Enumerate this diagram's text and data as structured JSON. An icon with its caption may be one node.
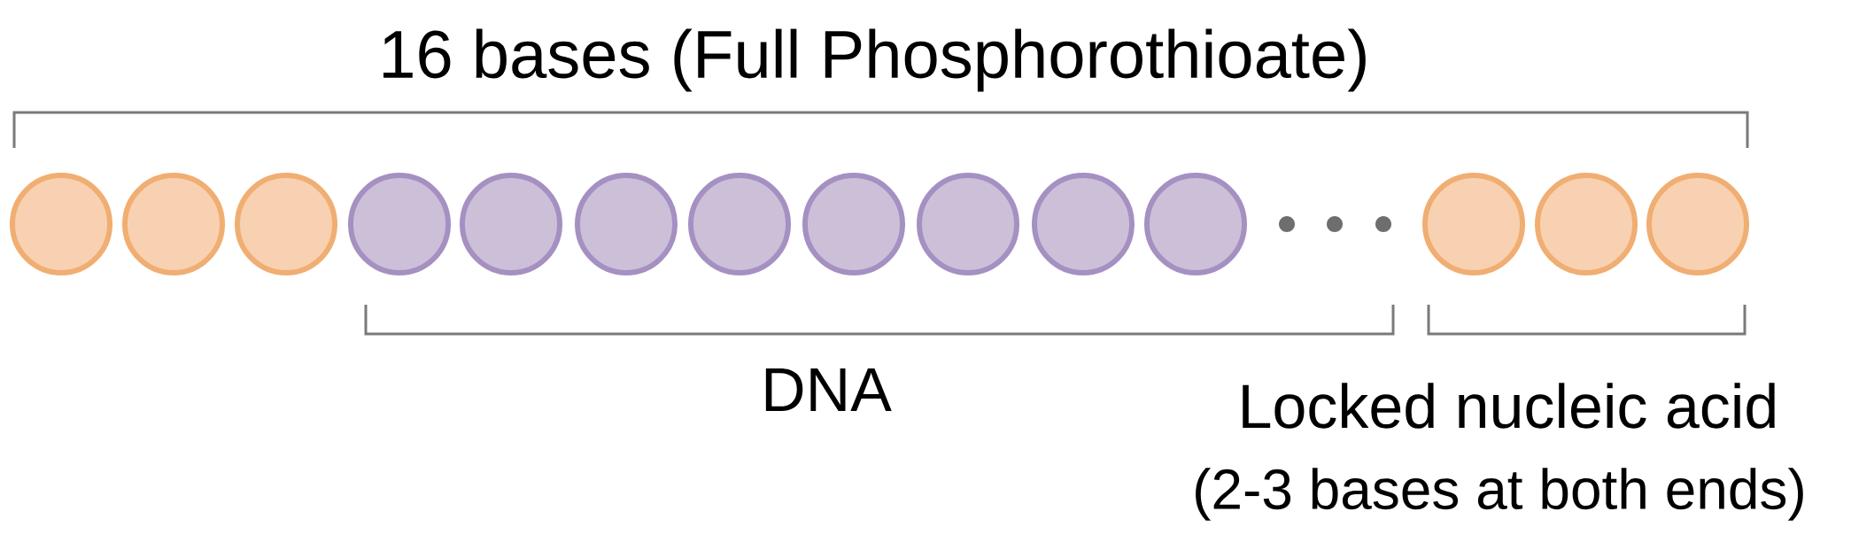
{
  "diagram": {
    "title": "16 bases (Full Phosphorothioate)",
    "nodes": [
      {
        "text": [],
        "shape": "circle"
      },
      {
        "text": [],
        "shape": "circle"
      },
      {
        "text": [],
        "shape": "circle"
      },
      {
        "text": [],
        "shape": "circle"
      },
      {
        "text": [],
        "shape": "circle"
      },
      {
        "text": [],
        "shape": "circle"
      },
      {
        "text": [],
        "shape": "circle"
      },
      {
        "text": [],
        "shape": "circle"
      },
      {
        "text": [],
        "shape": "circle"
      },
      {
        "text": [],
        "shape": "circle"
      },
      {
        "text": [],
        "shape": "circle"
      },
      {
        "text": [],
        "shape": "circle"
      },
      {
        "text": [],
        "shape": "circle"
      },
      {
        "text": [],
        "shape": "circle"
      }
    ],
    "labels": [
      "DNA",
      "Locked nucleic acid",
      "(2-3 bases at both ends)"
    ]
  }
}
